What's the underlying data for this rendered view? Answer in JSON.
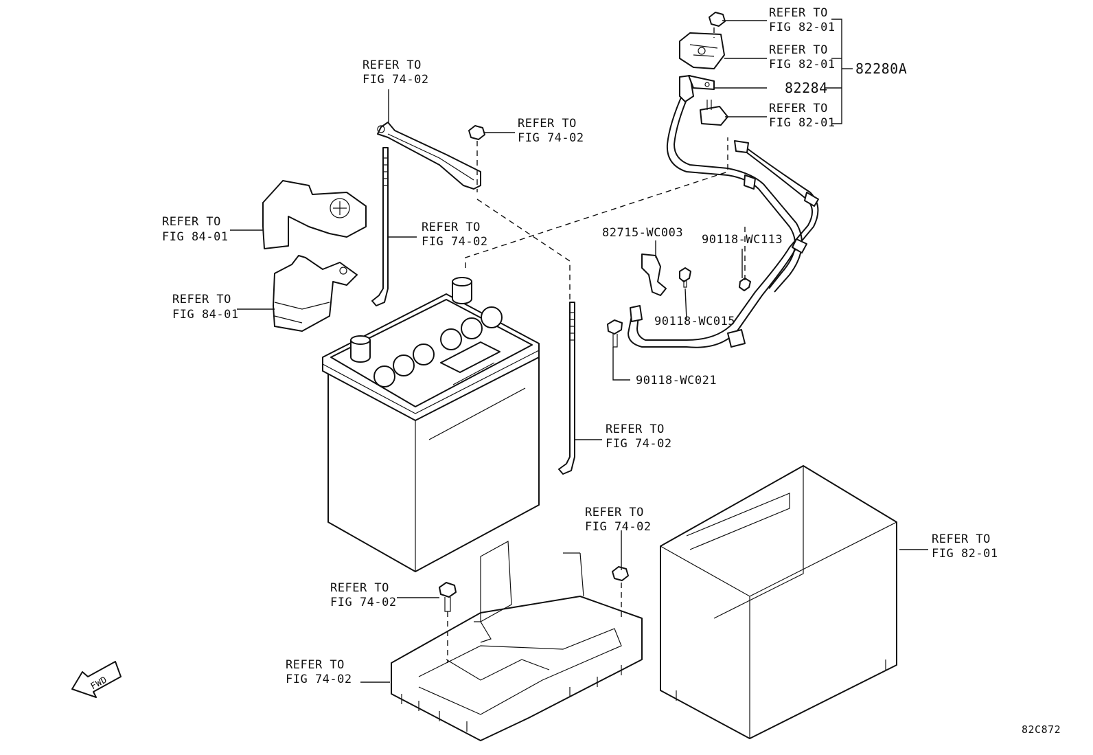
{
  "refer_to": "REFER TO",
  "figs": {
    "f7402": "FIG 74-02",
    "f8201": "FIG 82-01",
    "f8401": "FIG 84-01"
  },
  "parts": {
    "p82280A": "82280A",
    "p82284": "82284",
    "p82715": "82715-WC003",
    "p90118_113": "90118-WC113",
    "p90118_015": "90118-WC015",
    "p90118_021": "90118-WC021"
  },
  "fwd": "FWD",
  "diagram_code": "82C872"
}
